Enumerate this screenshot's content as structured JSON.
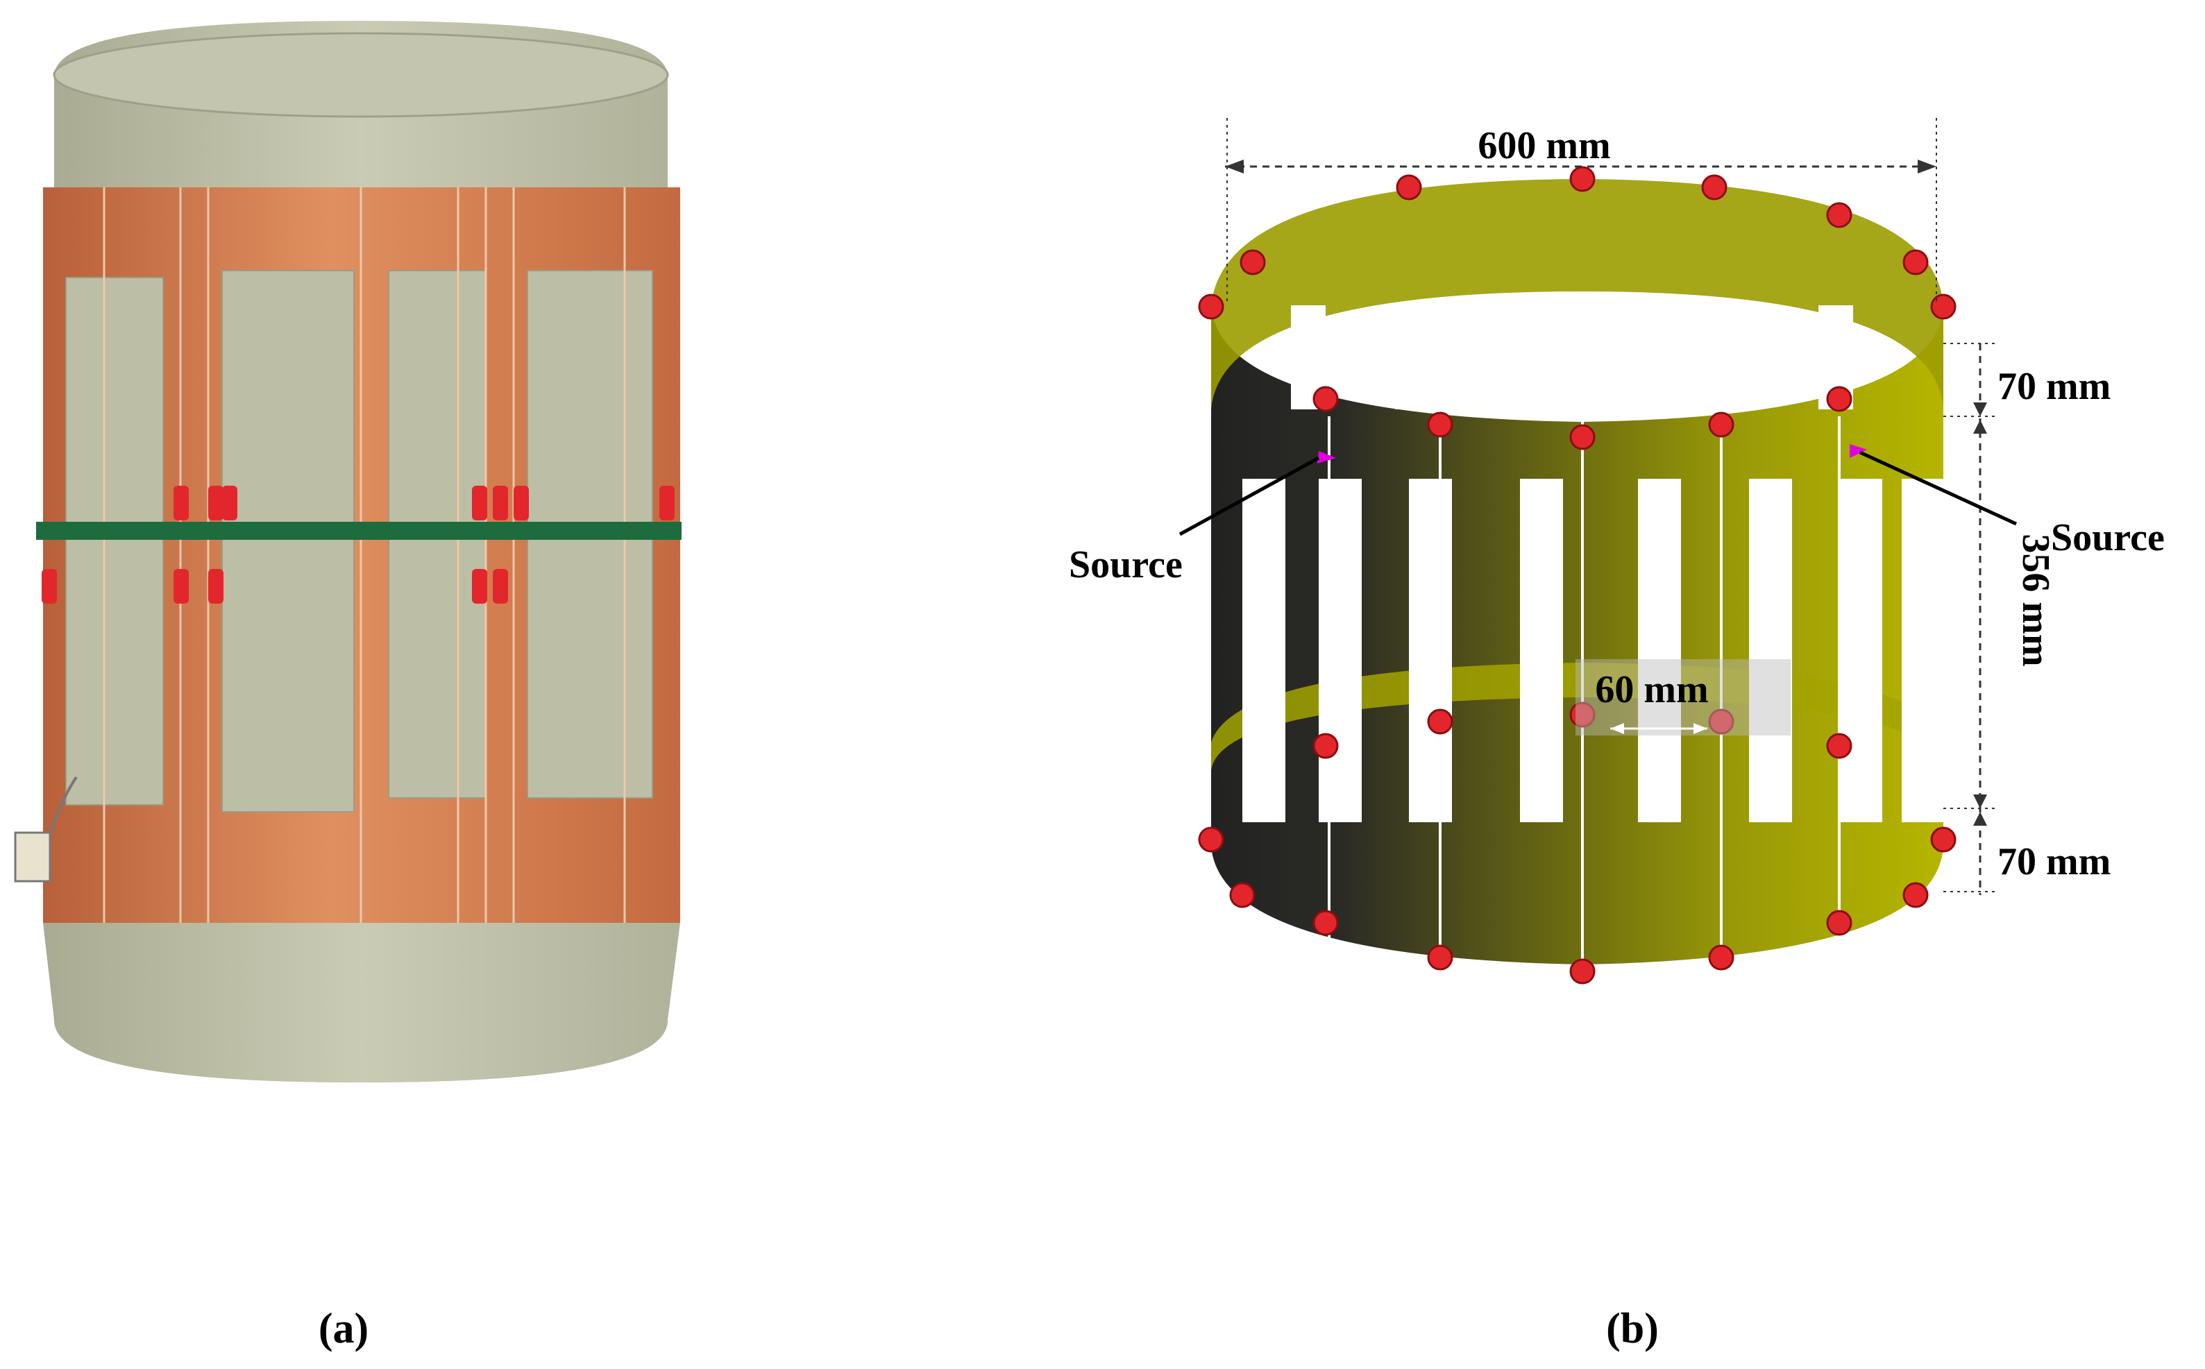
{
  "panel_a": {
    "caption": "(a)"
  },
  "panel_b": {
    "caption": "(b)",
    "dim_width": "600 mm",
    "dim_top_ring": "70 mm",
    "dim_window": "356 mm",
    "dim_bottom_ring": "70 mm",
    "dim_gap": "60 mm",
    "source_left": "Source",
    "source_right": "Source"
  },
  "colors": {
    "copper": "#d8804f",
    "fiberglass": "#bfc1a8",
    "olive": "#a8a800",
    "dark": "#262626",
    "capacitor": "#e3262b",
    "source_marker": "#e000e0"
  }
}
